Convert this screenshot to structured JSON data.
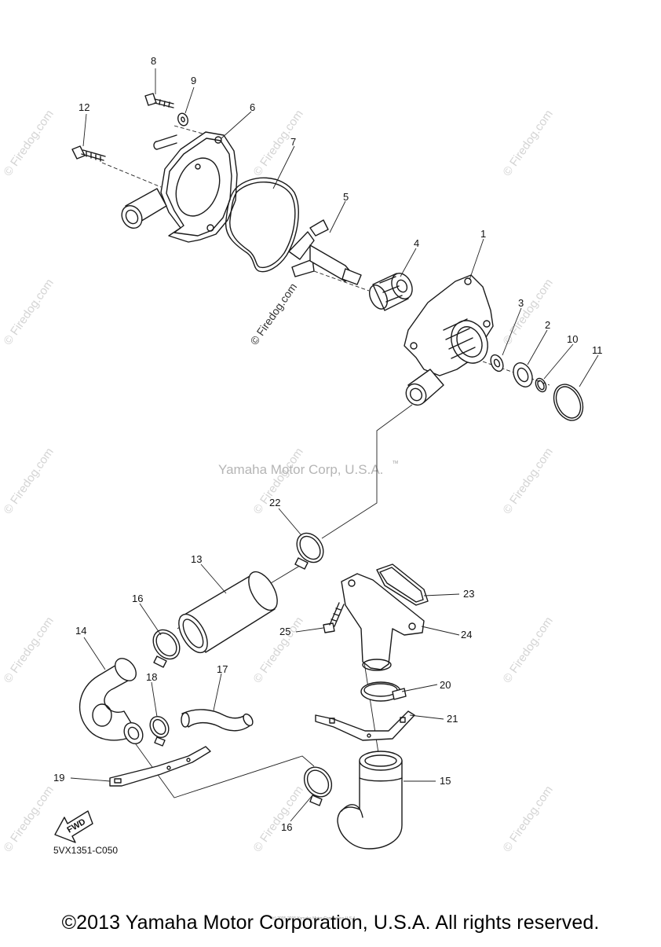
{
  "diagram": {
    "parts": [
      {
        "number": "1"
      },
      {
        "number": "2"
      },
      {
        "number": "3"
      },
      {
        "number": "4"
      },
      {
        "number": "5"
      },
      {
        "number": "6"
      },
      {
        "number": "7"
      },
      {
        "number": "8"
      },
      {
        "number": "9"
      },
      {
        "number": "10"
      },
      {
        "number": "11"
      },
      {
        "number": "12"
      },
      {
        "number": "13"
      },
      {
        "number": "14"
      },
      {
        "number": "15"
      },
      {
        "number": "16"
      },
      {
        "number": "16"
      },
      {
        "number": "17"
      },
      {
        "number": "18"
      },
      {
        "number": "19"
      },
      {
        "number": "20"
      },
      {
        "number": "21"
      },
      {
        "number": "22"
      },
      {
        "number": "23"
      },
      {
        "number": "24"
      },
      {
        "number": "25"
      }
    ],
    "fwd_label": "FWD",
    "reference_code": "5VX1351-C050",
    "center_watermark": "Yamaha Motor Corp, U.S.A.",
    "tm_mark": "TM",
    "side_watermark": "© Firedog.com",
    "tiny_notice": "(c) 2005-2015 Yamaha Motor Corporation U.S.A."
  },
  "footer": {
    "copyright": "©2013 Yamaha Motor Corporation, U.S.A. All rights reserved."
  }
}
